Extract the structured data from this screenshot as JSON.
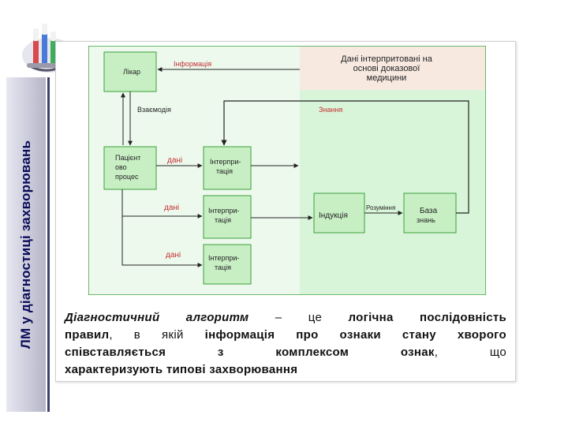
{
  "sidebar": {
    "title": "ЛМ у діагностиці захворювань"
  },
  "logo": {
    "icon": "medical-logo-icon"
  },
  "diagram": {
    "header_text_1": "Дані інтерпритовані на",
    "header_text_2": "основі доказової",
    "header_text_3": "медицини",
    "lbl_doctor": "Лікар",
    "lbl_information": "Інформація",
    "lbl_interaction": "Взаємодія",
    "lbl_knowledge": "Знання",
    "lbl_patient_1": "Пацієнт",
    "lbl_patient_2": "ово",
    "lbl_patient_3": "процес",
    "lbl_data_1": "дані",
    "lbl_data_2": "дані",
    "lbl_data_3": "дані",
    "lbl_interp_a1": "Інтерпри-",
    "lbl_interp_a2": "тація",
    "lbl_interp_b1": "Інтерпри-",
    "lbl_interp_b2": "тація",
    "lbl_interp_c1": "Інтерпри-",
    "lbl_interp_c2": "тація",
    "lbl_induction": "Індукція",
    "lbl_reasoning": "Розуміння",
    "lbl_kb_1": "База",
    "lbl_kb_2": "знань",
    "colors": {
      "green_zone": "#d9f5d9",
      "green_box": "#c8efc4",
      "green_border": "#3aa03a",
      "header_band": "#f7e9e0",
      "red_text": "#c03030",
      "line": "#222222"
    }
  },
  "caption": {
    "line1_a": "Діагностичний алгоритм",
    "line1_b": " – це ",
    "line1_c": "логічна послідовність",
    "line2_a": "правил",
    "line2_b": ", в якій ",
    "line2_c": "інформація про ознаки стану хворого",
    "line3_a": "співставляється з комплексом ознак",
    "line3_b": ", що",
    "line4_a": "характеризують типові захворювання"
  }
}
